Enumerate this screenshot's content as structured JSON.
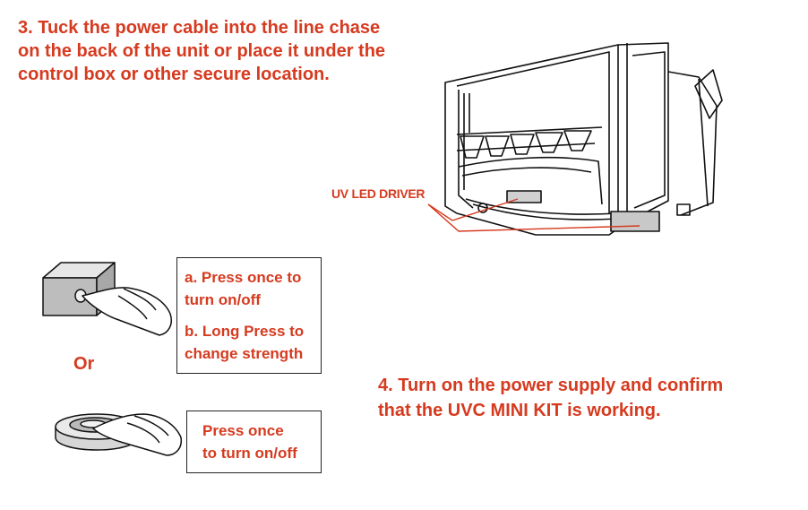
{
  "step3": {
    "lines": [
      "3. Tuck the power cable into the line chase",
      "on the back of the unit or place it under the",
      "control box or other secure location."
    ]
  },
  "diagram": {
    "driver_label": "UV LED DRIVER"
  },
  "square_switch": {
    "line1": "a. Press once to",
    "line2": "turn on/off",
    "line3": "b. Long Press to",
    "line4": "change strength"
  },
  "or_label": "Or",
  "round_switch": {
    "line1": "Press once",
    "line2": "to turn on/off"
  },
  "step4": {
    "lines": [
      "4. Turn on the power supply and confirm",
      "that the UVC MINI KIT is working."
    ]
  },
  "colors": {
    "accent": "#d63a1f",
    "line": "#222222"
  }
}
